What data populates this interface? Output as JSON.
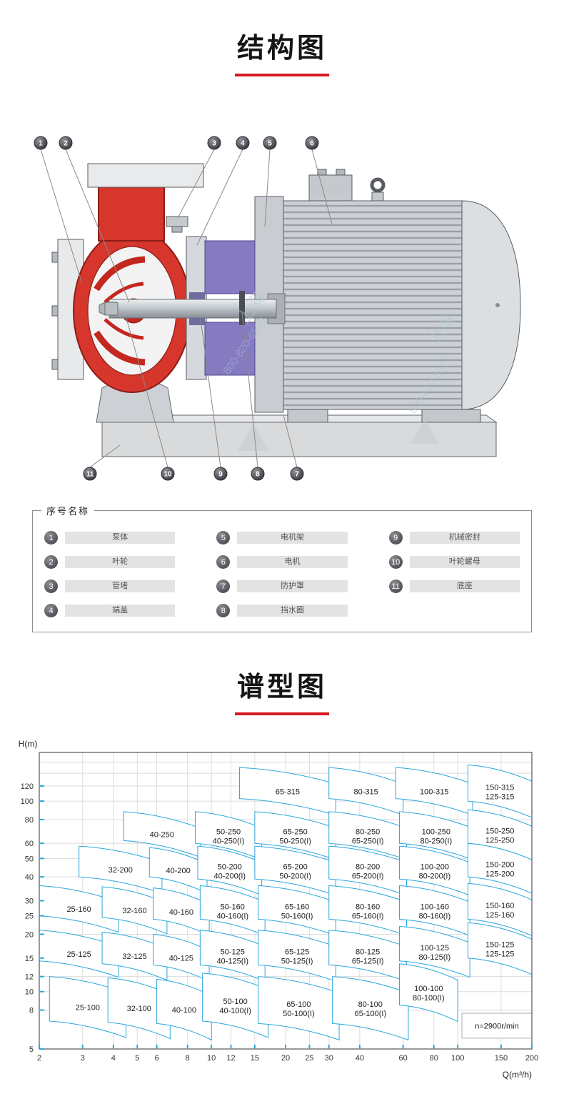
{
  "page": {
    "section1_title": "结构图",
    "section2_title": "谱型图",
    "accent_color": "#d71920"
  },
  "diagram": {
    "callouts_top": [
      "1",
      "2",
      "3",
      "4",
      "5",
      "6"
    ],
    "callouts_bottom": [
      "11",
      "10",
      "9",
      "8",
      "7"
    ],
    "watermark": {
      "brand": "上海",
      "phone": "800-820-6570"
    }
  },
  "legend": {
    "title": "序号名称",
    "columns": [
      [
        {
          "num": "1",
          "label": "泵体"
        },
        {
          "num": "2",
          "label": "叶轮"
        },
        {
          "num": "3",
          "label": "管堵"
        },
        {
          "num": "4",
          "label": "端盖"
        }
      ],
      [
        {
          "num": "5",
          "label": "电机架"
        },
        {
          "num": "6",
          "label": "电机"
        },
        {
          "num": "7",
          "label": "防护罩"
        },
        {
          "num": "8",
          "label": "挡水圈"
        }
      ],
      [
        {
          "num": "9",
          "label": "机械密封"
        },
        {
          "num": "10",
          "label": "叶轮螺母"
        },
        {
          "num": "11",
          "label": "底座"
        }
      ]
    ]
  },
  "chart_data": {
    "type": "area",
    "title": "谱型图",
    "xlabel": "Q(m³/h)",
    "ylabel": "H(m)",
    "x_scale": "log",
    "y_scale": "log",
    "xlim": [
      2,
      200
    ],
    "ylim": [
      5,
      180
    ],
    "x_ticks": [
      2,
      3,
      4,
      5,
      6,
      8,
      10,
      12,
      15,
      20,
      25,
      30,
      40,
      60,
      80,
      100,
      150,
      200
    ],
    "y_ticks": [
      5,
      8,
      10,
      12,
      15,
      20,
      25,
      30,
      40,
      50,
      60,
      80,
      100,
      120
    ],
    "y_grid_extra": [
      140,
      160
    ],
    "grid": true,
    "region_line_color": "#2aa7df",
    "grid_color": "#dcdcdc",
    "annotation": {
      "label": "n=2900r/min",
      "q": [
        104,
        200
      ],
      "h": [
        5.7,
        7.7
      ]
    },
    "regions": [
      {
        "labels": [
          "65-315"
        ],
        "q": [
          13,
          32
        ],
        "h": [
          150,
          103
        ]
      },
      {
        "labels": [
          "80-315"
        ],
        "q": [
          30,
          60
        ],
        "h": [
          150,
          103
        ]
      },
      {
        "labels": [
          "100-315"
        ],
        "q": [
          56,
          115
        ],
        "h": [
          150,
          103
        ]
      },
      {
        "labels": [
          "150-315",
          "125-315"
        ],
        "q": [
          110,
          200
        ],
        "h": [
          155,
          100
        ]
      },
      {
        "labels": [
          "40-250"
        ],
        "q": [
          4.4,
          9
        ],
        "h": [
          88,
          62
        ]
      },
      {
        "labels": [
          "50-250",
          "40-250(I)"
        ],
        "q": [
          8.6,
          16
        ],
        "h": [
          88,
          60
        ]
      },
      {
        "labels": [
          "65-250",
          "50-250(I)"
        ],
        "q": [
          15,
          32
        ],
        "h": [
          88,
          60
        ]
      },
      {
        "labels": [
          "80-250",
          "65-250(I)"
        ],
        "q": [
          30,
          62
        ],
        "h": [
          88,
          60
        ]
      },
      {
        "labels": [
          "100-250",
          "80-250(I)"
        ],
        "q": [
          58,
          115
        ],
        "h": [
          88,
          60
        ]
      },
      {
        "labels": [
          "150-250",
          "125-250"
        ],
        "q": [
          110,
          200
        ],
        "h": [
          90,
          60
        ]
      },
      {
        "labels": [
          "32-200"
        ],
        "q": [
          2.9,
          6.3
        ],
        "h": [
          58,
          40
        ]
      },
      {
        "labels": [
          "40-200"
        ],
        "q": [
          5.6,
          9.6
        ],
        "h": [
          57,
          40
        ]
      },
      {
        "labels": [
          "50-200",
          "40-200(I)"
        ],
        "q": [
          8.8,
          16
        ],
        "h": [
          58,
          39
        ]
      },
      {
        "labels": [
          "65-200",
          "50-200(I)"
        ],
        "q": [
          15,
          32
        ],
        "h": [
          58,
          39
        ]
      },
      {
        "labels": [
          "80-200",
          "65-200(I)"
        ],
        "q": [
          30,
          62
        ],
        "h": [
          58,
          39
        ]
      },
      {
        "labels": [
          "100-200",
          "80-200(I)"
        ],
        "q": [
          58,
          112
        ],
        "h": [
          58,
          39
        ]
      },
      {
        "labels": [
          "150-200",
          "125-200"
        ],
        "q": [
          110,
          200
        ],
        "h": [
          60,
          40
        ]
      },
      {
        "labels": [
          "25-160"
        ],
        "q": [
          2,
          4.2
        ],
        "h": [
          36,
          25
        ]
      },
      {
        "labels": [
          "32-160"
        ],
        "q": [
          3.6,
          6.6
        ],
        "h": [
          35.5,
          24.5
        ]
      },
      {
        "labels": [
          "40-160"
        ],
        "q": [
          5.8,
          9.8
        ],
        "h": [
          35,
          24
        ]
      },
      {
        "labels": [
          "50-160",
          "40-160(I)"
        ],
        "q": [
          9,
          16.5
        ],
        "h": [
          36,
          24
        ]
      },
      {
        "labels": [
          "65-160",
          "50-160(I)"
        ],
        "q": [
          15.5,
          32
        ],
        "h": [
          36,
          24
        ]
      },
      {
        "labels": [
          "80-160",
          "65-160(I)"
        ],
        "q": [
          30,
          62
        ],
        "h": [
          36,
          24
        ]
      },
      {
        "labels": [
          "100-160",
          "80-160(I)"
        ],
        "q": [
          58,
          112
        ],
        "h": [
          36,
          24
        ]
      },
      {
        "labels": [
          "150-160",
          "125-160"
        ],
        "q": [
          110,
          200
        ],
        "h": [
          37,
          24
        ]
      },
      {
        "labels": [
          "25-125"
        ],
        "q": [
          2,
          4.2
        ],
        "h": [
          21,
          14.5
        ]
      },
      {
        "labels": [
          "32-125"
        ],
        "q": [
          3.6,
          6.6
        ],
        "h": [
          20.5,
          14
        ]
      },
      {
        "labels": [
          "40-125"
        ],
        "q": [
          5.8,
          9.8
        ],
        "h": [
          20,
          13.8
        ]
      },
      {
        "labels": [
          "50-125",
          "40-125(I)"
        ],
        "q": [
          9,
          16.5
        ],
        "h": [
          21,
          13.8
        ]
      },
      {
        "labels": [
          "65-125",
          "50-125(I)"
        ],
        "q": [
          15.5,
          32
        ],
        "h": [
          21,
          13.8
        ]
      },
      {
        "labels": [
          "80-125",
          "65-125(I)"
        ],
        "q": [
          30,
          62
        ],
        "h": [
          21,
          13.8
        ]
      },
      {
        "labels": [
          "100-125",
          "80-125(I)"
        ],
        "q": [
          58,
          112
        ],
        "h": [
          22,
          14.5
        ]
      },
      {
        "labels": [
          "150-125",
          "125-125"
        ],
        "q": [
          110,
          200
        ],
        "h": [
          23,
          15
        ]
      },
      {
        "labels": [
          "25-100"
        ],
        "q": [
          2.2,
          4.5
        ],
        "h": [
          12,
          7
        ]
      },
      {
        "labels": [
          "32-100"
        ],
        "q": [
          3.8,
          6.8
        ],
        "h": [
          11.8,
          6.9
        ]
      },
      {
        "labels": [
          "40-100"
        ],
        "q": [
          6,
          10
        ],
        "h": [
          11.6,
          6.8
        ]
      },
      {
        "labels": [
          "50-100",
          "40-100(I)"
        ],
        "q": [
          9.2,
          17
        ],
        "h": [
          12.5,
          7
        ]
      },
      {
        "labels": [
          "65-100",
          "50-100(I)"
        ],
        "q": [
          15.5,
          33
        ],
        "h": [
          12,
          6.8
        ]
      },
      {
        "labels": [
          "80-100",
          "65-100(I)"
        ],
        "q": [
          31,
          63
        ],
        "h": [
          12,
          6.8
        ]
      },
      {
        "labels": [
          "100-100",
          "80-100(I)"
        ],
        "q": [
          58,
          100
        ],
        "h": [
          14,
          8.5
        ]
      }
    ]
  }
}
